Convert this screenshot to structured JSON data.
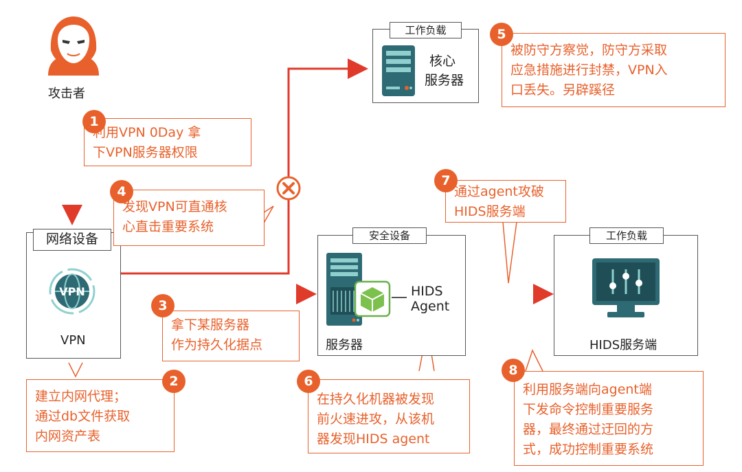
{
  "attacker": {
    "label": "攻击者",
    "icon": "hacker-mask-icon"
  },
  "network_device": {
    "tag": "网络设备",
    "label": "VPN",
    "icon": "vpn-globe-icon"
  },
  "core_workload": {
    "tag": "工作负载",
    "label_line1": "核心",
    "label_line2": "服务器",
    "icon": "server-rack-icon"
  },
  "security_device": {
    "tag": "安全设备",
    "server_label": "服务器",
    "agent_line1": "HIDS",
    "agent_line2": "Agent",
    "icon": "server-cube-icon"
  },
  "hids_workload": {
    "tag": "工作负载",
    "label": "HIDS服务端",
    "icon": "monitor-sliders-icon"
  },
  "steps": [
    {
      "num": "1",
      "lines": [
        "利用VPN 0Day 拿",
        "下VPN服务器权限"
      ]
    },
    {
      "num": "2",
      "lines": [
        "建立内网代理；",
        "通过db文件获取",
        "内网资产表"
      ]
    },
    {
      "num": "3",
      "lines": [
        "拿下某服务器",
        "作为持久化据点"
      ]
    },
    {
      "num": "4",
      "lines": [
        "发现VPN可直通核",
        "心直击重要系统"
      ]
    },
    {
      "num": "5",
      "lines": [
        "被防守方察觉，防守方采取",
        "应急措施进行封禁，VPN入",
        "口丢失。另辟蹊径"
      ]
    },
    {
      "num": "6",
      "lines": [
        "在持久化机器被发现",
        "前火速进攻，从该机",
        "器发现HIDS agent"
      ]
    },
    {
      "num": "7",
      "lines": [
        "通过agent攻破",
        "HIDS服务端"
      ]
    },
    {
      "num": "8",
      "lines": [
        "利用服务端向agent端",
        "下发命令控制重要服务",
        "器，最终通过迂回的方",
        "式，成功控制重要系统"
      ]
    }
  ],
  "colors": {
    "accent": "#e8612c",
    "arrow": "#e03a2a",
    "teal": "#2e6a73",
    "teal_dark": "#1f4e56"
  }
}
